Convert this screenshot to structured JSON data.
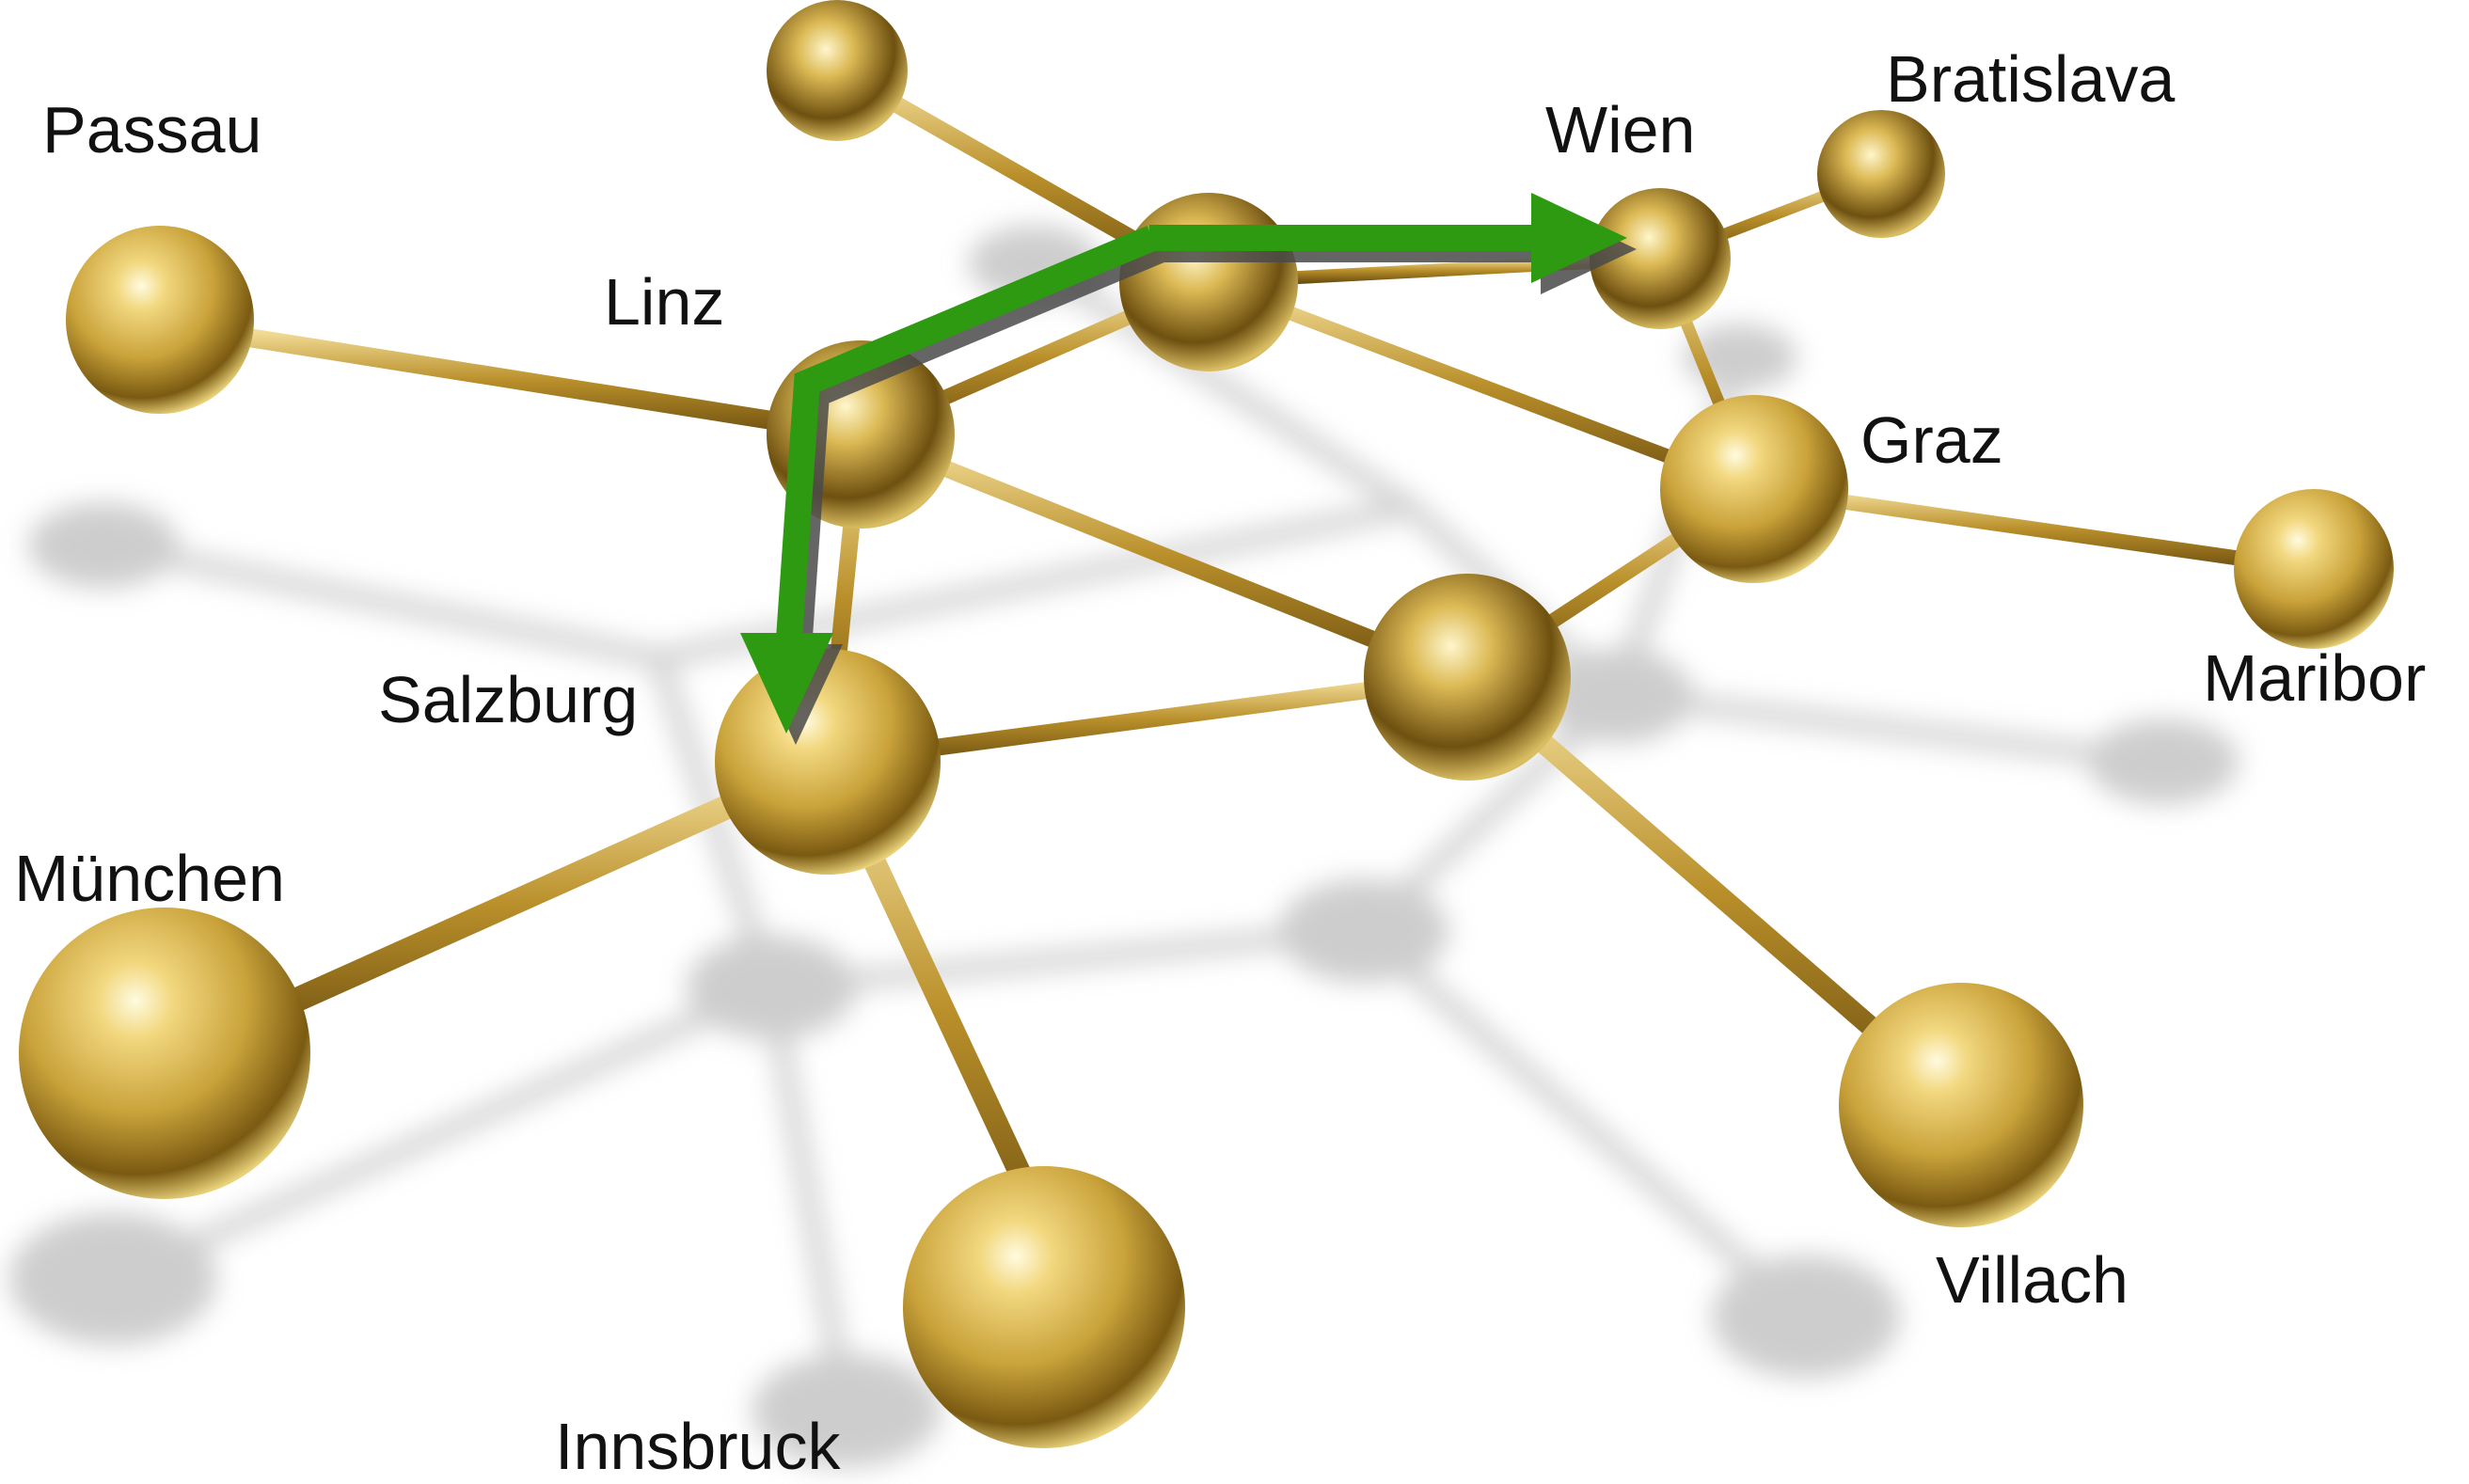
{
  "cities": {
    "passau": "Passau",
    "linz": "Linz",
    "wien": "Wien",
    "bratislava": "Bratislava",
    "graz": "Graz",
    "maribor": "Maribor",
    "salzburg": "Salzburg",
    "munchen": "München",
    "innsbruck": "Innsbruck",
    "villach": "Villach"
  },
  "route": [
    "Salzburg",
    "Linz",
    "Wien"
  ],
  "colors": {
    "route": "#2e9a12",
    "gold_light": "#fff4b0",
    "gold_mid": "#d6b24a",
    "gold_dark": "#6e5010",
    "shadow": "#b8b8b8",
    "label": "#111111"
  }
}
